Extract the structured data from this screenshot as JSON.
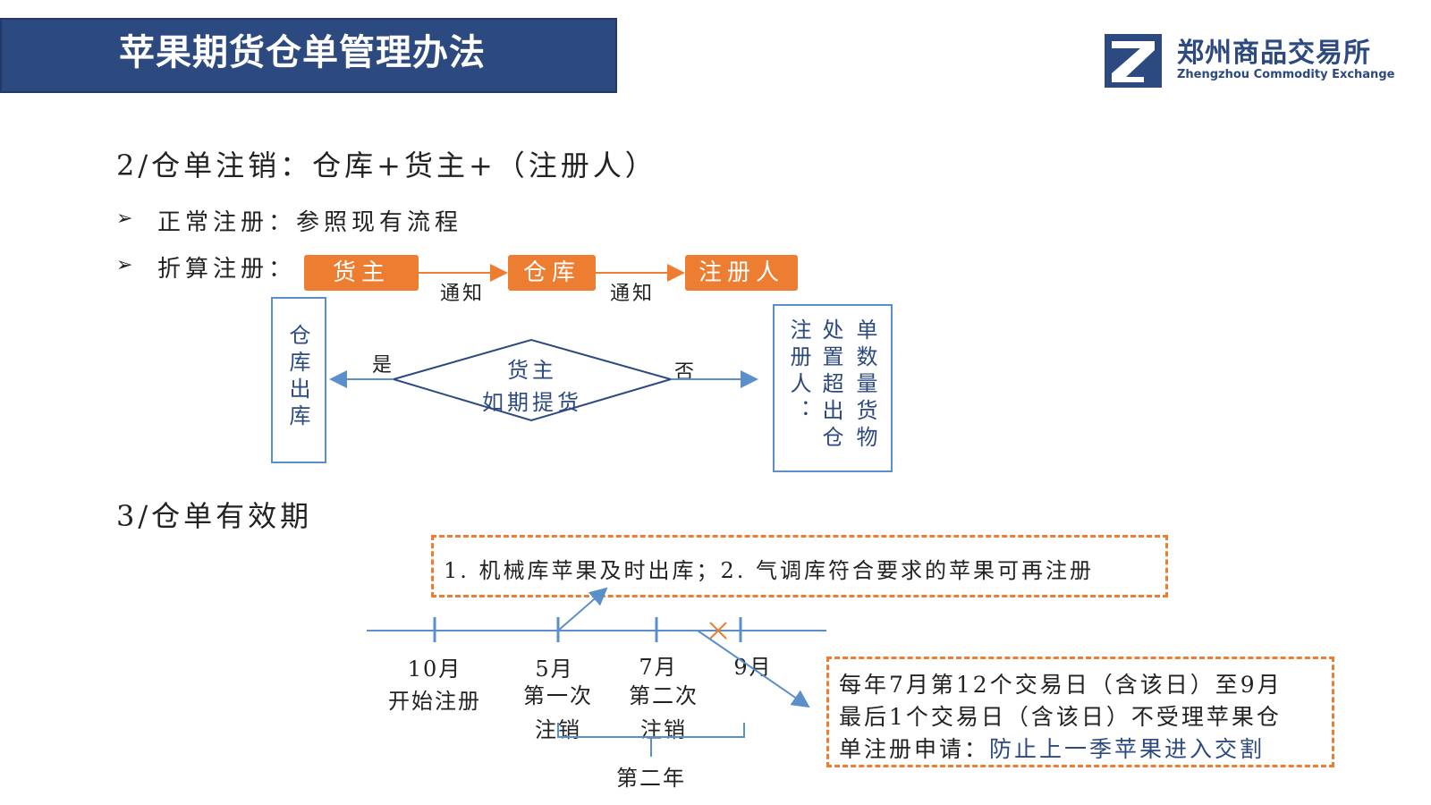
{
  "header": {
    "title": "苹果期货仓单管理办法",
    "logo_cn": "郑州商品交易所",
    "logo_en": "Zhengzhou Commodity Exchange",
    "logo_icon": "zce-logo-icon"
  },
  "section2": {
    "heading": "2/仓单注销：仓库+货主+（注册人）",
    "bullet_normal": "正常注册：参照现有流程",
    "bullet_convert": "折算注册：",
    "flow": {
      "owner": "货主",
      "warehouse": "仓库",
      "registrant": "注册人",
      "notify1": "通知",
      "notify2": "通知"
    },
    "decision": {
      "line1": "货主",
      "line2": "如期提货",
      "yes": "是",
      "no": "否"
    },
    "left_box": "仓库出库",
    "right_box": {
      "col1": "注册人：",
      "col2": "处置超出仓",
      "col3": "单数量货物"
    }
  },
  "section3": {
    "heading": "3/仓单有效期",
    "top_note": "1. 机械库苹果及时出库；2. 气调库符合要求的苹果可再注册",
    "timeline": {
      "t1_month": "10月",
      "t1_desc": "开始注册",
      "t2_month": "5月",
      "t2_desc1": "第一次",
      "t2_desc2": "注销",
      "t3_month": "7月",
      "t3_desc1": "第二次",
      "t3_desc2": "注销",
      "t4_month": "9月",
      "bracket_label": "第二年"
    },
    "side_note": {
      "line1": "每年7月第12个交易日（含该日）至9月",
      "line2": "最后1个交易日（含该日）不受理苹果仓",
      "line3_a": "单注册申请：",
      "line3_b": "防止上一季苹果进入交割"
    }
  },
  "colors": {
    "title_bg": "#2d4a80",
    "orange": "#ed7d31",
    "blue_line": "#5b8fc9",
    "text_blue": "#2d4a80"
  }
}
